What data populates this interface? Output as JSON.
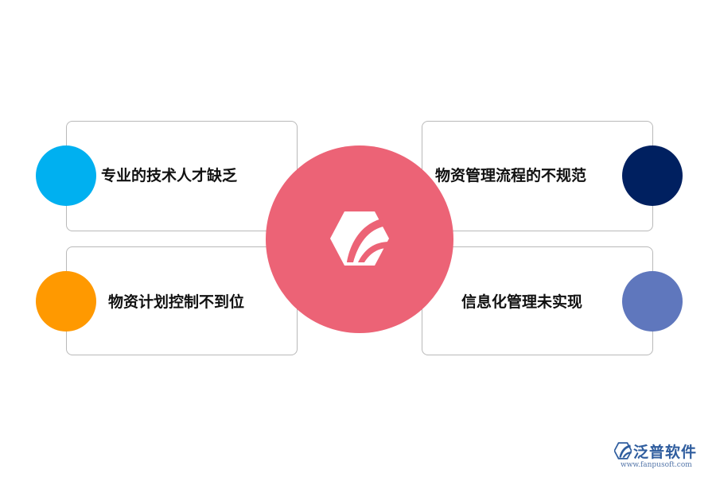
{
  "items": [
    {
      "label": "专业的技术人才缺乏",
      "color": "#00b0f0"
    },
    {
      "label": "物资管理流程的不规范",
      "color": "#002060"
    },
    {
      "label": "物资计划控制不到位",
      "color": "#ff9900"
    },
    {
      "label": "信息化管理未实现",
      "color": "#5f77bd"
    }
  ],
  "center": {
    "color": "#ec6376",
    "logo": "fanpu-logo-icon"
  },
  "watermark": {
    "brand": "泛普软件",
    "url": "www.fanpusoft.com",
    "color": "#2f5d9e",
    "logo": "fanpu-logo-icon"
  }
}
